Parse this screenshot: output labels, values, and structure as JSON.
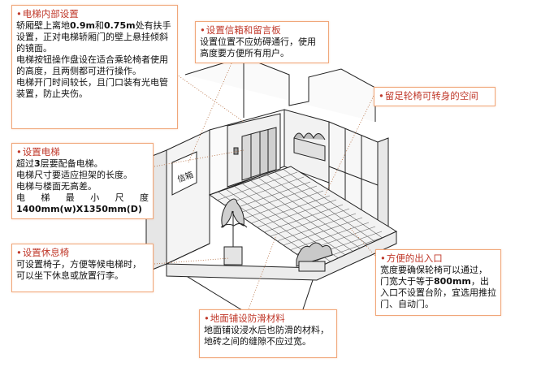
{
  "notes": {
    "interior": {
      "title": "电梯内部设置",
      "line1_a": "轿厢壁上离地",
      "line1_h1": "0.9m",
      "line1_b": "和",
      "line1_h2": "0.75m",
      "line1_c": "处有扶",
      "line2": "手设置，正对电梯轿厢门的壁上悬挂倾斜的镜面。",
      "line3": "电梯按钮操作盘设在适合乘轮椅者使用的高度，且两侧都可进行操作。",
      "line4": "电梯开门时间较长，且门口装有光电管装置，防止夹伤。"
    },
    "mailbox": {
      "title": "设置信箱和留言板",
      "body": "设置位置不应妨碍通行，使用高度要方便所有用户。"
    },
    "turning": {
      "title": "留足轮椅可转身的空间"
    },
    "elevator": {
      "title": "设置电梯",
      "line1_a": "超过",
      "line1_h": "3",
      "line1_b": "层要配备电梯。",
      "line2": "电梯尺寸要适应担架的长度。",
      "line3": "电梯与楼面无高差。",
      "line4": "电 梯 最 小 尺 度",
      "line5": "1400mm(w)X1350mm(D)"
    },
    "rest": {
      "title": "设置休息椅",
      "body": "可设置椅子，方便等候电梯时，可以坐下休息或放置行李。"
    },
    "entrance": {
      "title": "方便的出入口",
      "line1": "宽度要确保轮椅可以通过，",
      "line2_a": "门宽大于等于",
      "line2_h": "800mm",
      "line2_b": "，出",
      "line3": "入口不设置台阶，宜选用推拉门、自动门。"
    },
    "floor": {
      "title": "地面铺设防滑材料",
      "body": "地面铺设浸水后也防滑的材料，地砖之间的缝隙不应过宽。"
    }
  },
  "sign_text": "信箱",
  "colors": {
    "accent": "#c0392b",
    "border": "#f0a77a",
    "line": "#222222"
  }
}
